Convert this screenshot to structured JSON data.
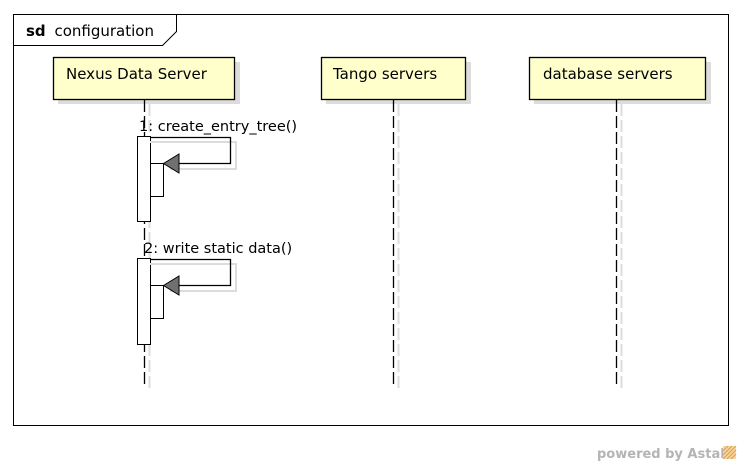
{
  "frame": {
    "keyword": "sd",
    "name": "configuration"
  },
  "lifelines": [
    {
      "name": "Nexus Data Server"
    },
    {
      "name": "Tango servers"
    },
    {
      "name": "database servers"
    }
  ],
  "messages": [
    {
      "label": "1: create_entry_tree()",
      "from": 0,
      "to": 0,
      "kind": "self"
    },
    {
      "label": "2: write static data()",
      "from": 0,
      "to": 0,
      "kind": "self"
    }
  ],
  "footer": {
    "brand": "powered by Astah"
  },
  "colors": {
    "lifeline_box": "#ffffcc",
    "shadow": "#dcdcdc",
    "arrow_head": "#707070"
  }
}
